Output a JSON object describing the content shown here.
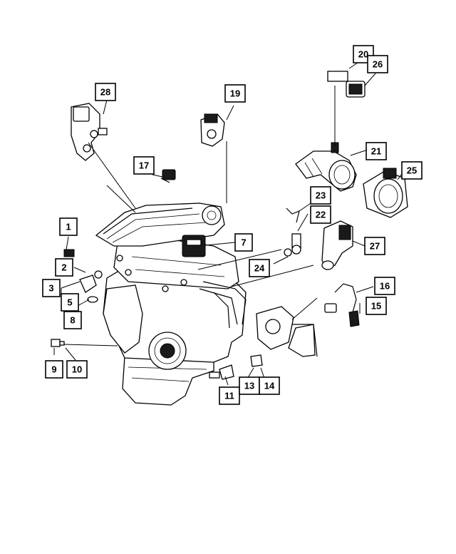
{
  "callouts": {
    "c1": "1",
    "c2": "2",
    "c3": "3",
    "c5": "5",
    "c7": "7",
    "c8": "8",
    "c9": "9",
    "c10": "10",
    "c11": "11",
    "c13": "13",
    "c14": "14",
    "c15": "15",
    "c16": "16",
    "c17": "17",
    "c19": "19",
    "c20": "20",
    "c21": "21",
    "c22": "22",
    "c23": "23",
    "c24": "24",
    "c25": "25",
    "c26": "26",
    "c27": "27",
    "c28": "28"
  }
}
